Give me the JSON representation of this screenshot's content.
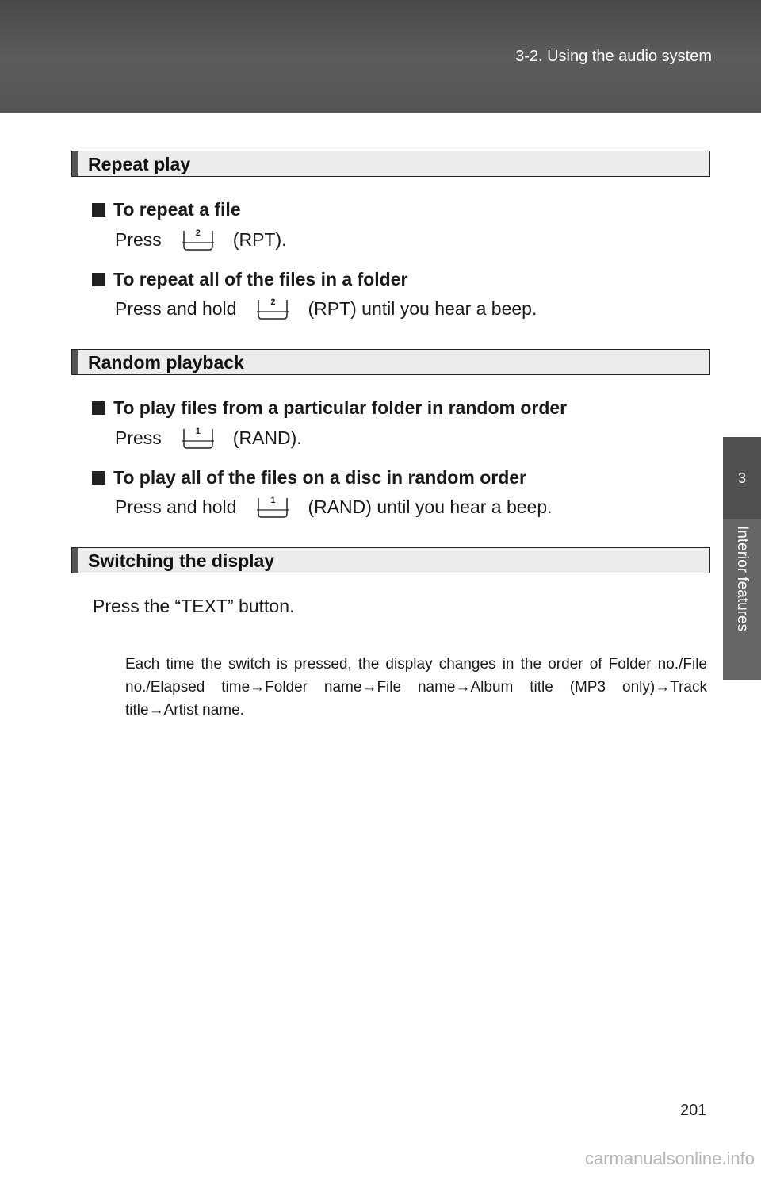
{
  "header": {
    "section": "3-2. Using the audio system"
  },
  "side_tab": {
    "number": "3",
    "label": "Interior features"
  },
  "sections": {
    "repeat": {
      "title": "Repeat play",
      "file_heading": "To repeat a file",
      "file_press": "Press",
      "file_key": "2",
      "file_after": "(RPT).",
      "folder_heading": "To repeat all of the files in a folder",
      "folder_press": "Press and hold",
      "folder_key": "2",
      "folder_after": "(RPT) until you hear a beep."
    },
    "random": {
      "title": "Random playback",
      "folder_heading": "To play files from a particular folder in random order",
      "folder_press": "Press",
      "folder_key": "1",
      "folder_after": "(RAND).",
      "disc_heading": "To play all of the files on a disc in random order",
      "disc_press": "Press and hold",
      "disc_key": "1",
      "disc_after": "(RAND) until you hear a beep."
    },
    "display": {
      "title": "Switching the display",
      "instruction": "Press the “TEXT” button.",
      "note": "Each time the switch is pressed, the display changes in the order of Folder no./File no./Elapsed time→Folder name→File name→Album title (MP3 only)→Track title→Artist name."
    }
  },
  "footer": {
    "page_number": "201",
    "watermark": "carmanualsonline.info"
  }
}
